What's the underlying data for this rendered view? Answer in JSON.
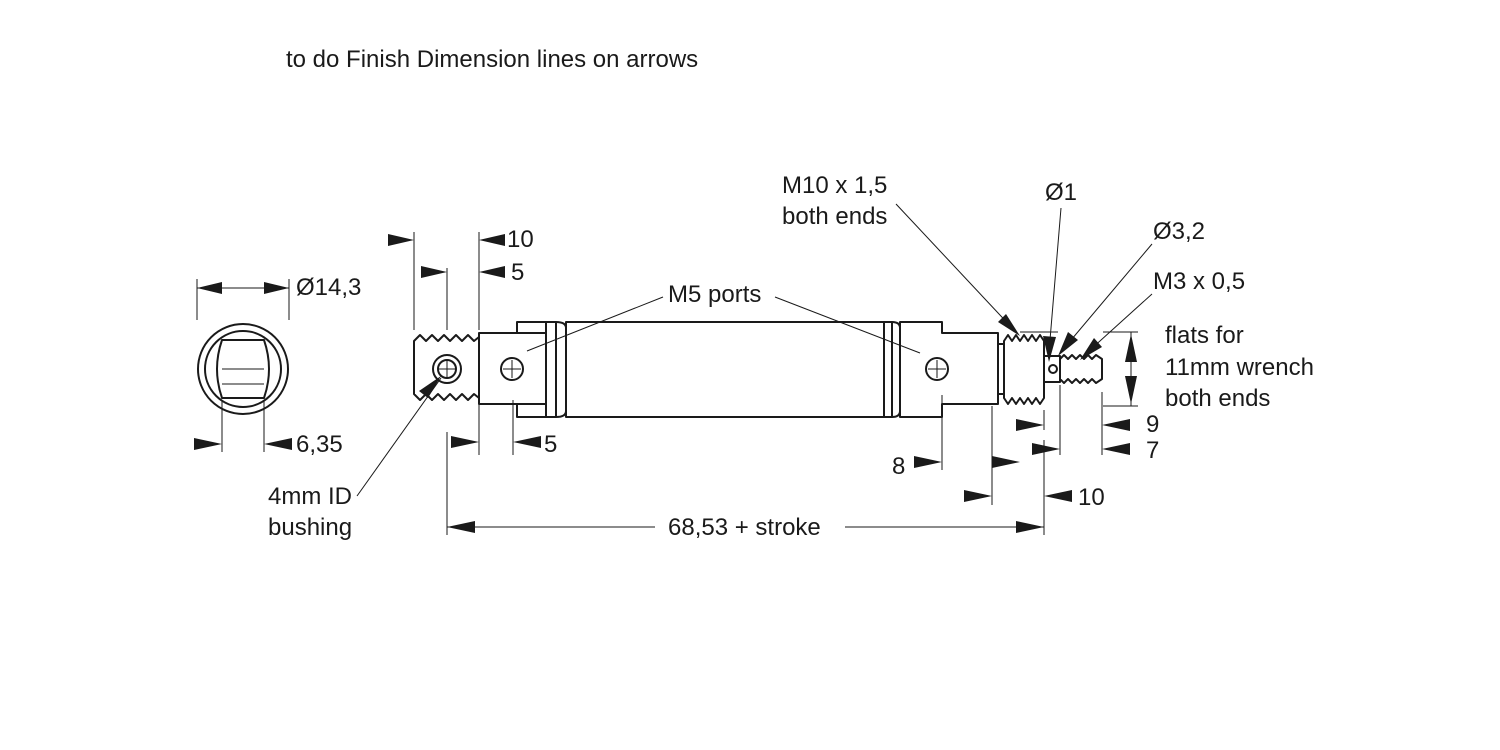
{
  "note": "to do Finish Dimension lines on arrows",
  "labels": {
    "dia_body": "Ø14,3",
    "flat_width": "6,35",
    "mount_10": "10",
    "mount_5_top": "5",
    "mount_5_bottom": "5",
    "bushing_line1": "4mm ID",
    "bushing_line2": "bushing",
    "ports": "M5 ports",
    "thread_line1": "M10 x 1,5",
    "thread_line2": "both ends",
    "dia_1": "Ø1",
    "dia_3_2": "Ø3,2",
    "rod_thread": "M3 x 0,5",
    "flats_line1": "flats for",
    "flats_line2": "11mm wrench",
    "flats_line3": "both ends",
    "dim_9": "9",
    "dim_7": "7",
    "dim_8": "8",
    "dim_10_bottom": "10",
    "overall_length": "68,53 + stroke"
  },
  "colors": {
    "ink": "#1a1a1a",
    "background": "#ffffff"
  }
}
